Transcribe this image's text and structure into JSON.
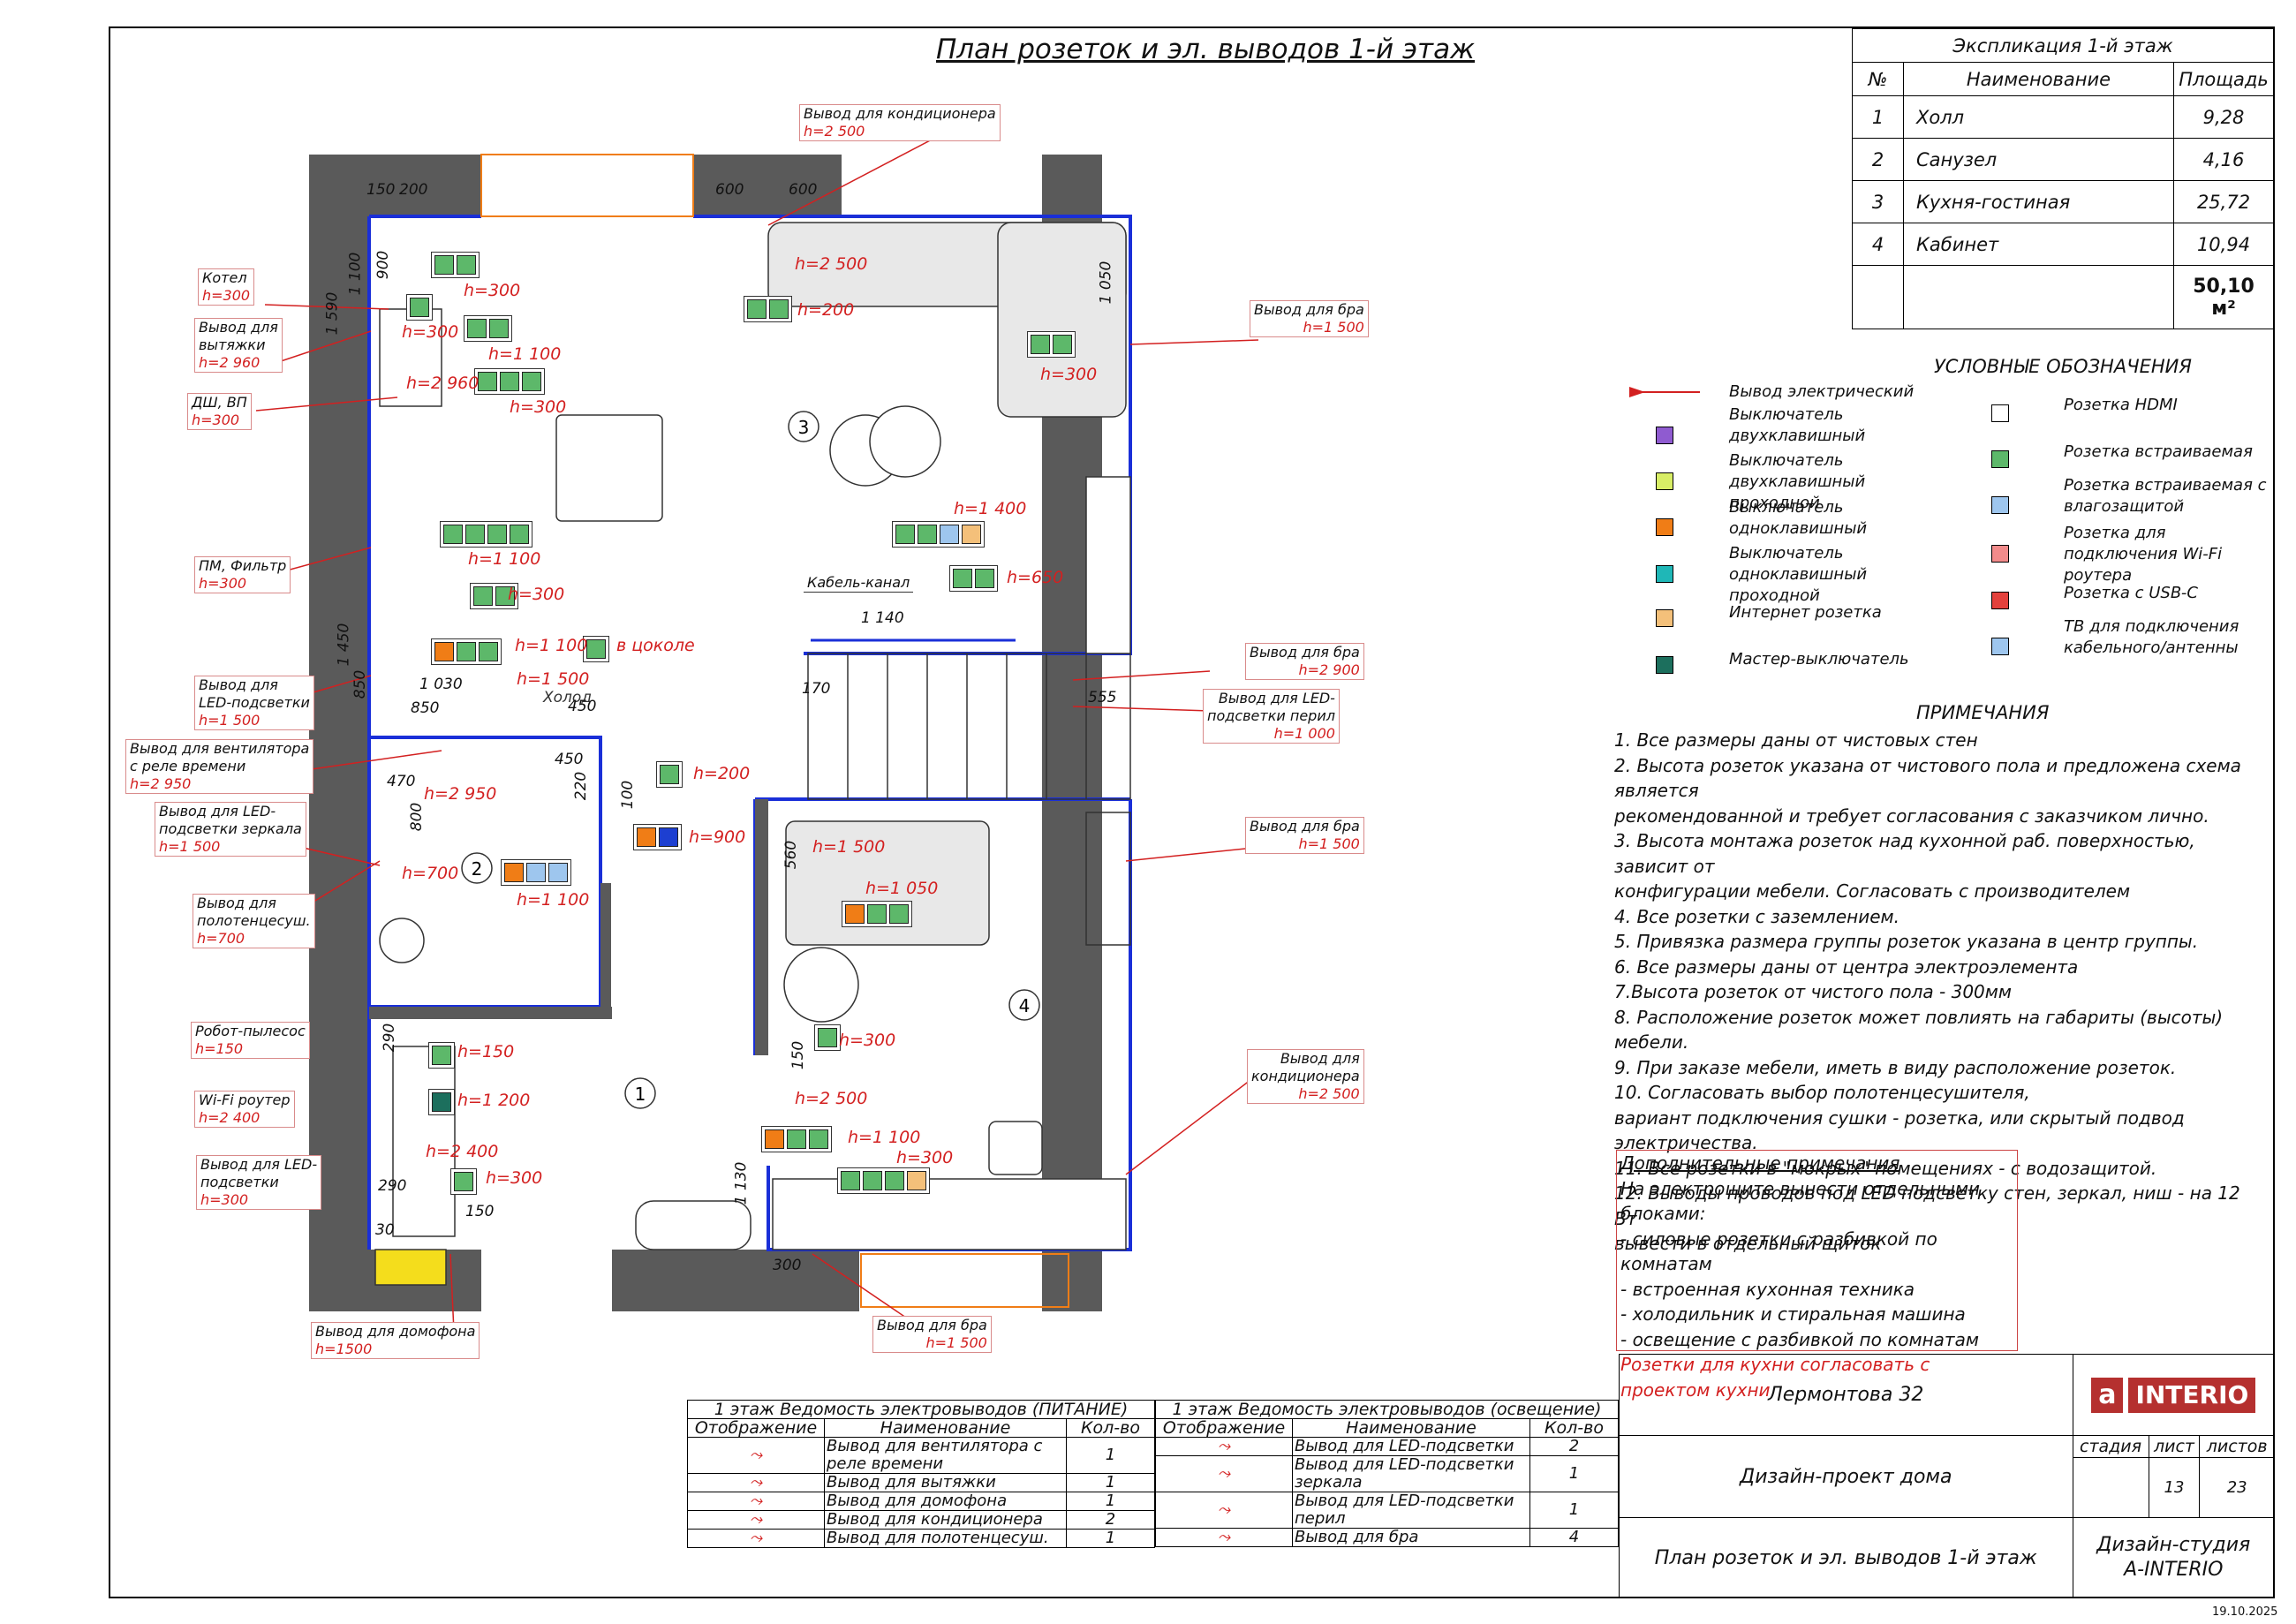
{
  "title": "План розеток и эл. выводов 1-й этаж",
  "explication": {
    "caption": "Экспликация 1-й этаж",
    "headers": [
      "№",
      "Наименование",
      "Площадь"
    ],
    "rows": [
      {
        "n": "1",
        "name": "Холл",
        "area": "9,28"
      },
      {
        "n": "2",
        "name": "Санузел",
        "area": "4,16"
      },
      {
        "n": "3",
        "name": "Кухня-гостиная",
        "area": "25,72"
      },
      {
        "n": "4",
        "name": "Кабинет",
        "area": "10,94"
      }
    ],
    "total": "50,10 м²"
  },
  "legend": {
    "title": "УСЛОВНЫЕ ОБОЗНАЧЕНИЯ",
    "left": [
      "Вывод электрический",
      "Выключатель двухклавишный",
      "Выключатель двухклавишный проходной",
      "Выключатель одноклавишный",
      "Выключатель одноклавишный проходной",
      "Интернет розетка",
      "Мастер-выключатель"
    ],
    "right": [
      "Розетка HDMI",
      "Розетка встраиваемая",
      "Розетка встраиваемая с влагозащитой",
      "Розетка для подключения Wi-Fi роутера",
      "Розетка с USB-C",
      "ТВ для подключения кабельного/антенны"
    ]
  },
  "notes": {
    "title": "ПРИМЕЧАНИЯ",
    "items": [
      "1. Все размеры даны от чистовых стен",
      "2. Высота розеток указана от чистового пола и предложена схема является",
      "рекомендованной и требует согласования с заказчиком лично.",
      "3. Высота монтажа розеток над кухонной раб. поверхностью, зависит от",
      "конфигурации мебели. Согласовать с производителем",
      "4. Все розетки с заземлением.",
      "5. Привязка размера группы розеток указана в центр группы.",
      "6. Все размеры даны от центра электроэлемента",
      "7.Высота розеток от чистого пола - 300мм",
      "8. Расположение розеток может повлиять на габариты (высоты) мебели.",
      "9. При заказе мебели, иметь в виду расположение розеток.",
      "10. Согласовать выбор полотенцесушителя,",
      "вариант подключения сушки - розетка, или скрытый подвод электричества.",
      "11. Все розетки в \"мокрых\" помещениях - с водозащитой.",
      "12. Выводы проводов под LED подсветку стен, зеркал, ниш - на 12 Вт",
      "вывести в отдельный щиток"
    ]
  },
  "add_notes": {
    "title": "Дополнительные примечания",
    "items": [
      "На электрощите вынести отдельными блоками:",
      "- силовые розетки с разбивкой по комнатам",
      "- встроенная кухонная техника",
      "- холодильник и стиральная машина",
      "- освещение с разбивкой по комнатам"
    ],
    "warning_1": "Розетки для кухни согласовать с",
    "warning_2": "проектом кухни"
  },
  "plan_labels": {
    "kotel": "Котел",
    "kotel_h": "h=300",
    "vytyazhka_1": "Вывод для",
    "vytyazhka_2": "вытяжки",
    "vytyazhka_h": "h=2 960",
    "dsh": "ДШ, ВП",
    "dsh_h": "h=300",
    "pm": "ПМ, Фильтр",
    "pm_h": "h=300",
    "led_1": "Вывод для",
    "led_2": "LED-подсветки",
    "led_h": "h=1 500",
    "vent_1": "Вывод для вентилятора",
    "vent_2": "с реле времени",
    "vent_h": "h=2 950",
    "mirror_1": "Вывод для LED-",
    "mirror_2": "подсветки зеркала",
    "mirror_h": "h=1 500",
    "towel_1": "Вывод для",
    "towel_2": "полотенцесуш.",
    "towel_h": "h=700",
    "robot": "Робот-пылесос",
    "robot_h": "h=150",
    "wifi": "Wi-Fi роутер",
    "wifi_h": "h=2 400",
    "led2_1": "Вывод для LED-",
    "led2_2": "подсветки",
    "led2_h": "h=300",
    "intercom": "Вывод для домофона",
    "intercom_h": "h=1500",
    "ac_top": "Вывод для кондиционера",
    "ac_top_h": "h=2 500",
    "bra1": "Вывод для бра",
    "bra1_h": "h=1 500",
    "bra2": "Вывод для бра",
    "bra2_h": "h=2 900",
    "rail_1": "Вывод для LED-",
    "rail_2": "подсветки перил",
    "rail_h": "h=1 000",
    "bra3": "Вывод для бра",
    "bra3_h": "h=1 500",
    "ac_right_1": "Вывод для",
    "ac_right_2": "кондиционера",
    "ac_right_h": "h=2 500",
    "bra4": "Вывод для бра",
    "bra4_h": "h=1 500",
    "cable": "Кабель-канал",
    "socle": "в цоколе",
    "fridge": "Холод",
    "room1": "1",
    "room2": "2",
    "room3": "3",
    "room4": "4"
  },
  "heights": [
    "h=300",
    "h=300",
    "h=1 100",
    "h=300",
    "h=2 960",
    "h=2 500",
    "h=200",
    "h=300",
    "h=1 100",
    "h=300",
    "h=1 400",
    "h=650",
    "h=1 100",
    "h=1 500",
    "h=200",
    "h=2 950",
    "h=900",
    "h=700",
    "h=1 100",
    "h=1 500",
    "h=1 050",
    "h=150",
    "h=1 200",
    "h=2 400",
    "h=300",
    "h=300",
    "h=2 500",
    "h=1 100",
    "h=300"
  ],
  "dims": [
    "150",
    "200",
    "600",
    "600",
    "1 100",
    "1 590",
    "900",
    "1 050",
    "1 450",
    "850",
    "1 030",
    "850",
    "450",
    "1 140",
    "170",
    "555",
    "470",
    "450",
    "220",
    "800",
    "100",
    "560",
    "150",
    "1 130",
    "300",
    "290",
    "290",
    "30",
    "150"
  ],
  "vedomost_power": {
    "caption": "1 этаж Ведомость электровыводов (ПИТАНИЕ)",
    "headers": [
      "Отображение",
      "Наименование",
      "Кол-во"
    ],
    "rows": [
      {
        "name": "Вывод для вентилятора с реле времени",
        "qty": "1"
      },
      {
        "name": "Вывод для вытяжки",
        "qty": "1"
      },
      {
        "name": "Вывод для домофона",
        "qty": "1"
      },
      {
        "name": "Вывод для кондиционера",
        "qty": "2"
      },
      {
        "name": "Вывод для полотенцесуш.",
        "qty": "1"
      }
    ]
  },
  "vedomost_light": {
    "caption": "1 этаж Ведомость электровыводов (освещение)",
    "headers": [
      "Отображение",
      "Наименование",
      "Кол-во"
    ],
    "rows": [
      {
        "name": "Вывод для LED-подсветки",
        "qty": "2"
      },
      {
        "name": "Вывод для LED-подсветки зеркала",
        "qty": "1"
      },
      {
        "name": "Вывод для LED-подсветки перил",
        "qty": "1"
      },
      {
        "name": "Вывод для бра",
        "qty": "4"
      }
    ]
  },
  "titleblock": {
    "address": "Лермонтова 32",
    "logo_a": "a",
    "logo_text": "INTERIO",
    "project": "Дизайн-проект дома",
    "stage_label": "стадия",
    "sheet_label": "лист",
    "sheets_label": "листов",
    "stage": "",
    "sheet": "13",
    "sheets": "23",
    "drawing": "План розеток и эл. выводов 1-й этаж",
    "studio_1": "Дизайн-студия",
    "studio_2": "A-INTERIO",
    "date": "19.10.2025"
  },
  "colors": {
    "wall": "#5a5a5a",
    "wall_inner": "#1a2fd8",
    "red": "#d32020",
    "socket_green": "#5db86a",
    "switch_orange": "#f07d16",
    "brand_red": "#b5302f"
  }
}
